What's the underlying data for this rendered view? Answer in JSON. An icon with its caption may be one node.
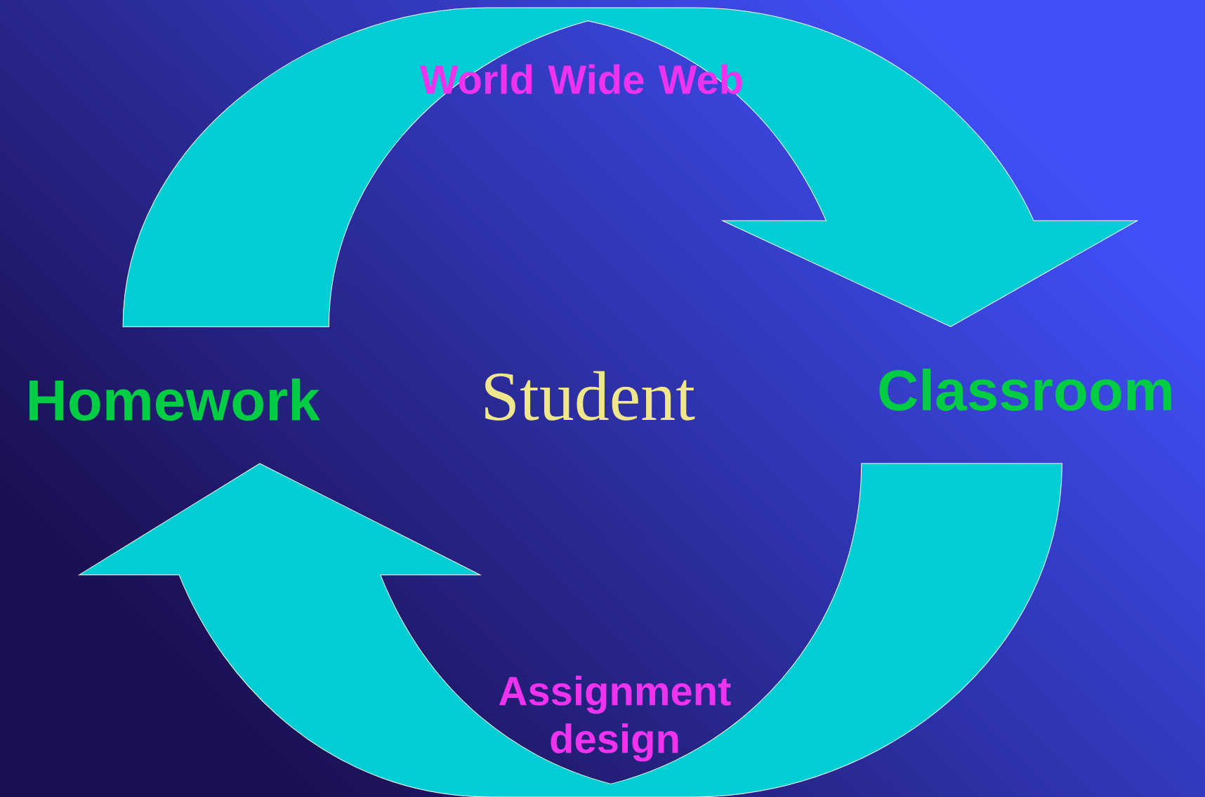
{
  "diagram": {
    "nodes": [
      {
        "text": [
          "Homework"
        ]
      },
      {
        "text": [
          "Student"
        ]
      },
      {
        "text": [
          "Classroom"
        ]
      }
    ],
    "edges": [
      {
        "from": 0,
        "to": 2,
        "arrow": "to",
        "label": "World Wide Web"
      },
      {
        "from": 2,
        "to": 0,
        "arrow": "to",
        "label": "Assignment design"
      }
    ]
  }
}
